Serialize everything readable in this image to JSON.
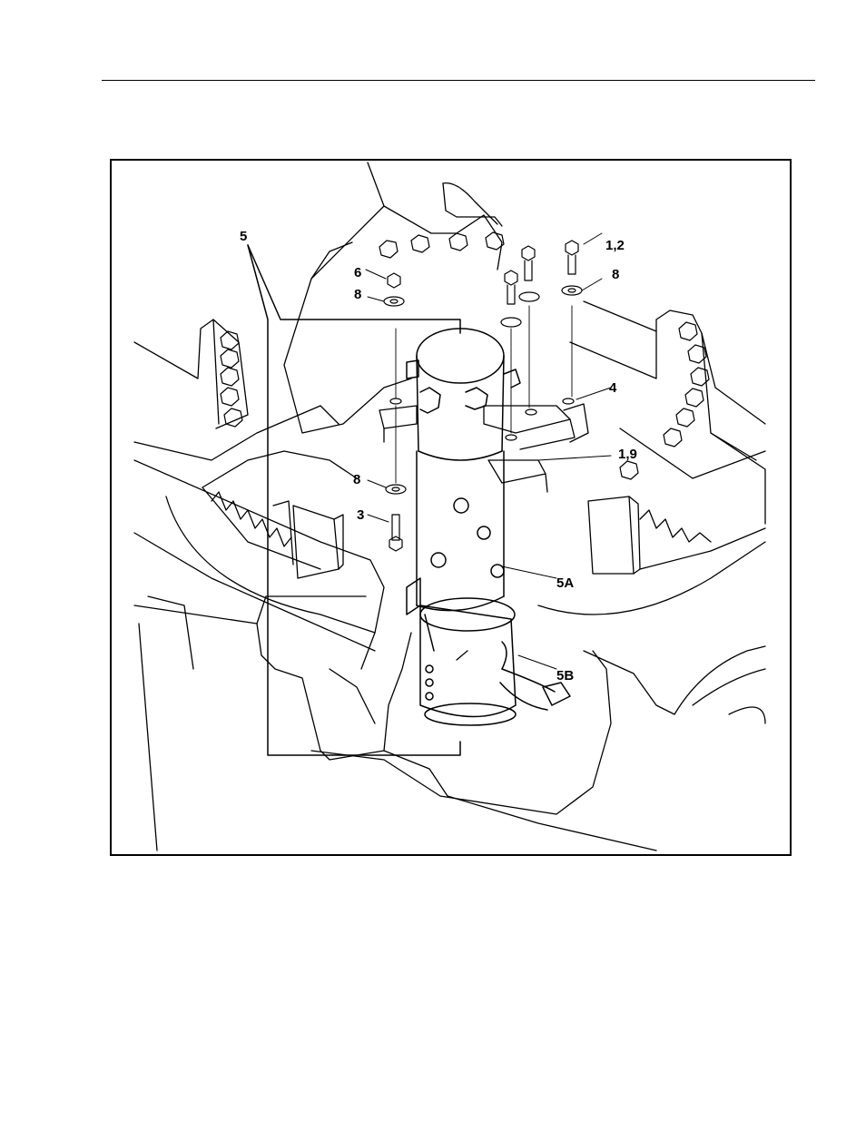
{
  "figure": {
    "callouts": {
      "c5": "5",
      "c6": "6",
      "c8_top": "8",
      "c8_mid": "8",
      "c8_right": "8",
      "c12": "1,2",
      "c4": "4",
      "c19": "1,9",
      "c3": "3",
      "c5a": "5A",
      "c5b": "5B"
    }
  }
}
